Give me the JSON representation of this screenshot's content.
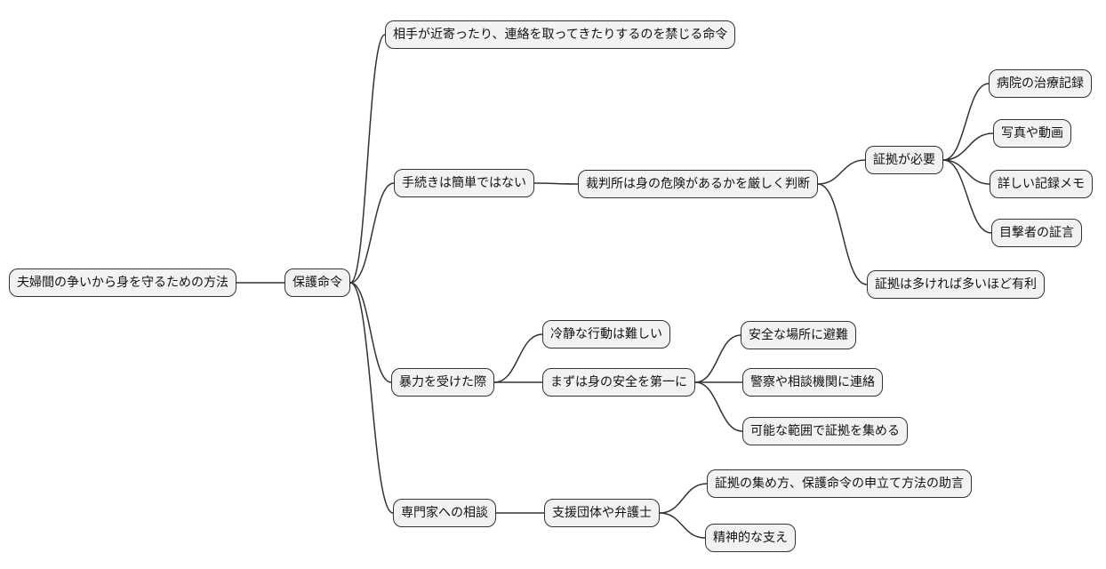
{
  "diagram": {
    "type": "mindmap",
    "background_color": "#ffffff",
    "node_fill_color": "#f2f2f2",
    "node_border_color": "#333333",
    "edge_color": "#333333",
    "text_color": "#111111"
  },
  "nodes": [
    {
      "id": "root",
      "label": "夫婦間の争いから身を守るための方法"
    },
    {
      "id": "hogo",
      "label": "保護命令"
    },
    {
      "id": "kinshi",
      "label": "相手が近寄ったり、連絡を取ってきたりするのを禁じる命令"
    },
    {
      "id": "tetsuzuki",
      "label": "手続きは簡単ではない"
    },
    {
      "id": "saibansho",
      "label": "裁判所は身の危険があるかを厳しく判断"
    },
    {
      "id": "shouko",
      "label": "証拠が必要"
    },
    {
      "id": "byouin",
      "label": "病院の治療記録"
    },
    {
      "id": "shashin",
      "label": "写真や動画"
    },
    {
      "id": "memo",
      "label": "詳しい記録メモ"
    },
    {
      "id": "mokugeki",
      "label": "目撃者の証言"
    },
    {
      "id": "ooi",
      "label": "証拠は多ければ多いほど有利"
    },
    {
      "id": "bouryoku",
      "label": "暴力を受けた際"
    },
    {
      "id": "reisei",
      "label": "冷静な行動は難しい"
    },
    {
      "id": "anzen",
      "label": "まずは身の安全を第一に"
    },
    {
      "id": "hinan",
      "label": "安全な場所に避難"
    },
    {
      "id": "keisatsu",
      "label": "警察や相談機関に連絡"
    },
    {
      "id": "kanou",
      "label": "可能な範囲で証拠を集める"
    },
    {
      "id": "senmonka",
      "label": "専門家への相談"
    },
    {
      "id": "shien",
      "label": "支援団体や弁護士"
    },
    {
      "id": "jogen",
      "label": "証拠の集め方、保護命令の申立て方法の助言"
    },
    {
      "id": "sasae",
      "label": "精神的な支え"
    }
  ],
  "edges": [
    [
      "root",
      "hogo"
    ],
    [
      "hogo",
      "kinshi"
    ],
    [
      "hogo",
      "tetsuzuki"
    ],
    [
      "hogo",
      "bouryoku"
    ],
    [
      "hogo",
      "senmonka"
    ],
    [
      "tetsuzuki",
      "saibansho"
    ],
    [
      "saibansho",
      "shouko"
    ],
    [
      "saibansho",
      "ooi"
    ],
    [
      "shouko",
      "byouin"
    ],
    [
      "shouko",
      "shashin"
    ],
    [
      "shouko",
      "memo"
    ],
    [
      "shouko",
      "mokugeki"
    ],
    [
      "bouryoku",
      "reisei"
    ],
    [
      "bouryoku",
      "anzen"
    ],
    [
      "anzen",
      "hinan"
    ],
    [
      "anzen",
      "keisatsu"
    ],
    [
      "anzen",
      "kanou"
    ],
    [
      "senmonka",
      "shien"
    ],
    [
      "shien",
      "jogen"
    ],
    [
      "shien",
      "sasae"
    ]
  ]
}
